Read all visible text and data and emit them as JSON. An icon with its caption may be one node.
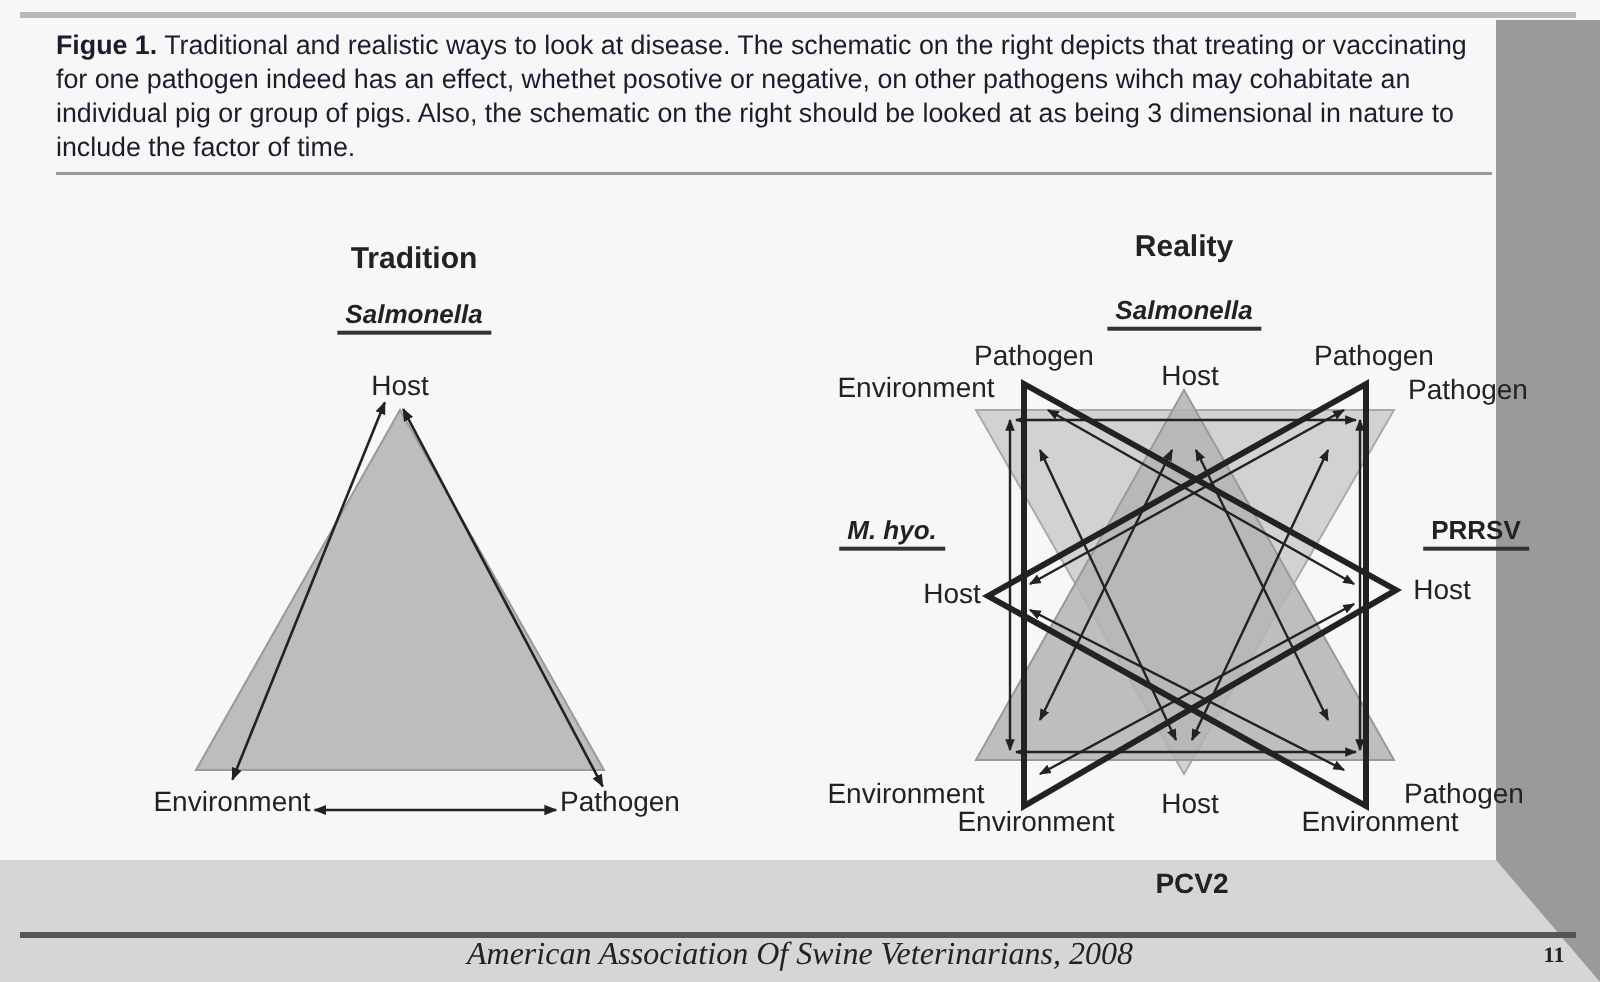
{
  "diagram": {
    "caption": "**Figue 1.** Traditional and realistic ways to look at disease. The schematic on the right depicts that treating or vaccinating for one pathogen indeed has an effect, whethet posotive or negative, on other pathogens wihch may cohabitate an individual pig or group of pigs. Also, the schematic on the right should be looked at as being 3 dimensional in nature to include the factor of time.",
    "nodes": [
      {
        "text": [
          "Host"
        ]
      },
      {
        "text": [
          "Environment"
        ]
      },
      {
        "text": [
          "Pathogen"
        ]
      }
    ],
    "edges": [
      {
        "from": 0,
        "to": 1,
        "arrow": "both"
      },
      {
        "from": 0,
        "to": 2,
        "arrow": "both"
      },
      {
        "from": 1,
        "to": 2,
        "arrow": "both"
      }
    ],
    "labels": [
      "Tradition",
      "Salmonella",
      "Reality",
      "Salmonella",
      "Pathogen",
      "Pathogen",
      "Environment",
      "Host",
      "Pathogen",
      "M. hyo.",
      "PRRSV",
      "Host",
      "Host",
      "Environment",
      "Pathogen",
      "Environment",
      "Host",
      "Environment",
      "PCV2",
      "American Association Of Swine Veterinarians, 2008",
      "11"
    ]
  }
}
